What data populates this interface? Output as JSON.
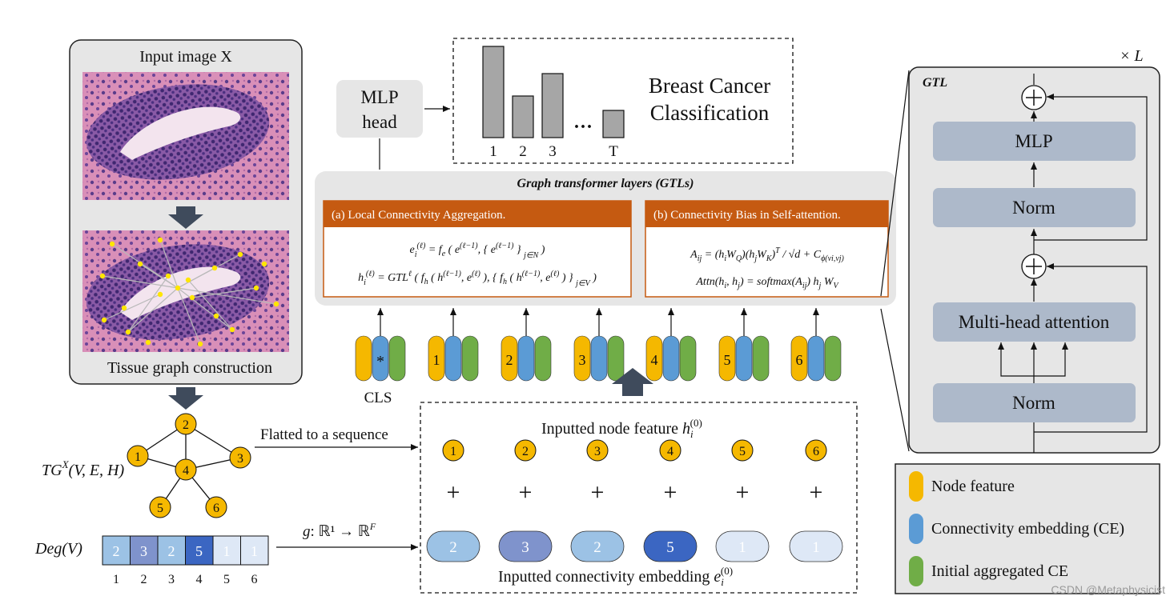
{
  "input_panel": {
    "title": "Input image X",
    "caption": "Tissue graph construction"
  },
  "graph": {
    "label_prefix": "TG",
    "label_sup": "X",
    "label_args": "(V, E, H)",
    "nodes": [
      "1",
      "2",
      "3",
      "4",
      "5",
      "6"
    ]
  },
  "flatten_label": "Flatted to a sequence",
  "degree": {
    "label": "Deg(V)",
    "values": [
      "2",
      "3",
      "2",
      "5",
      "1",
      "1"
    ],
    "indices": [
      "1",
      "2",
      "3",
      "4",
      "5",
      "6"
    ],
    "colors": [
      "#9cc2e5",
      "#7f93cc",
      "#9cc2e5",
      "#3b66c2",
      "#dee8f6",
      "#dee8f6"
    ]
  },
  "mapping_label_g": "g",
  "mapping_label_rest": ": ℝ¹ → ℝ",
  "mapping_label_sup": "F",
  "mlp_head": {
    "line1": "MLP",
    "line2": "head"
  },
  "classification": {
    "title_line1": "Breast Cancer",
    "title_line2": "Classification",
    "bar_labels": [
      "1",
      "2",
      "3",
      "T"
    ],
    "ellipsis": "···"
  },
  "gtl_panel": {
    "title": "Graph transformer layers (GTLs)",
    "box_a_title": "(a) Local Connectivity Aggregation.",
    "box_b_title": "(b) Connectivity Bias in Self-attention.",
    "accent_color": "#c55a11"
  },
  "tokens": {
    "cls_label": "CLS",
    "cls_mark": "*",
    "numbers": [
      "1",
      "2",
      "3",
      "4",
      "5",
      "6"
    ]
  },
  "input_box": {
    "feature_title": "Inputted node feature",
    "ce_title": "Inputted connectivity embedding",
    "nodes": [
      "1",
      "2",
      "3",
      "4",
      "5",
      "6"
    ],
    "plus": "+",
    "ce_values": [
      "2",
      "3",
      "2",
      "5",
      "1",
      "1"
    ]
  },
  "gtl_block": {
    "repeat_label": "× L",
    "title": "GTL",
    "mlp": "MLP",
    "norm_top": "Norm",
    "attention": "Multi-head attention",
    "norm_bottom": "Norm"
  },
  "legend": {
    "items": [
      "Node feature",
      "Connectivity embedding (CE)",
      "Initial aggregated CE"
    ],
    "colors": [
      "#f5b800",
      "#5b9bd5",
      "#70ad47"
    ]
  },
  "watermark": "CSDN @Metaphysicist"
}
